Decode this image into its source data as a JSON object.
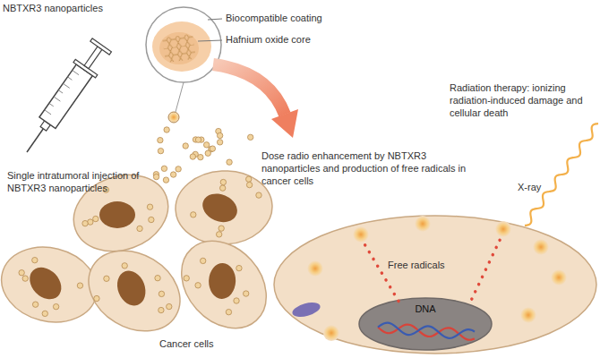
{
  "diagram": {
    "nodes": [
      {
        "text": [
          "Free radicals"
        ]
      },
      {
        "text": [
          "DNA"
        ],
        "in": 0
      }
    ],
    "labels": [
      "NBTXR3 nanoparticles",
      "Biocompatible coating",
      "Hafnium oxide core",
      "Single intratumoral injection of NBTXR3 nanoparticles",
      "Dose radio enhancement by NBTXR3 nanoparticles and production of free radicals in cancer cells",
      "Radiation therapy: ionizing radiation-induced damage and cellular death",
      "X-ray",
      "Cancer cells"
    ]
  }
}
